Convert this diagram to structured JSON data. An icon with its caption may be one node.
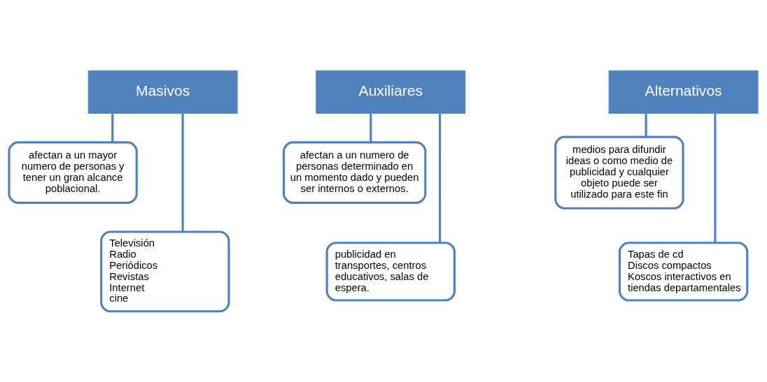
{
  "diagram": {
    "nodes": [
      {
        "text": [
          "Masivos"
        ]
      },
      {
        "text": [
          "afectan a un mayor numero de personas y tener un gran alcance poblacional."
        ]
      },
      {
        "text": [
          "Televisión",
          "Radio",
          "Periódicos",
          "Revistas",
          "Internet",
          "cine"
        ]
      },
      {
        "text": [
          "Auxiliares"
        ]
      },
      {
        "text": [
          "afectan a un numero de personas determinado en un momento dado y pueden ser internos o externos."
        ]
      },
      {
        "text": [
          "publicidad en transportes, centros educativos, salas de espera."
        ]
      },
      {
        "text": [
          "Alternativos"
        ]
      },
      {
        "text": [
          "medios para difundir ideas o como medio de publicidad y cualquier objeto puede ser utilizado para este fin"
        ]
      },
      {
        "text": [
          "Tapas de cd",
          "Discos compactos",
          "Koscos interactivos en tiendas departamentales"
        ]
      }
    ],
    "edges": [
      {
        "from": 0,
        "to": 1,
        "arrow": "none"
      },
      {
        "from": 0,
        "to": 2,
        "arrow": "none"
      },
      {
        "from": 3,
        "to": 4,
        "arrow": "none"
      },
      {
        "from": 3,
        "to": 5,
        "arrow": "none"
      },
      {
        "from": 6,
        "to": 7,
        "arrow": "none"
      },
      {
        "from": 6,
        "to": 8,
        "arrow": "none"
      }
    ]
  }
}
